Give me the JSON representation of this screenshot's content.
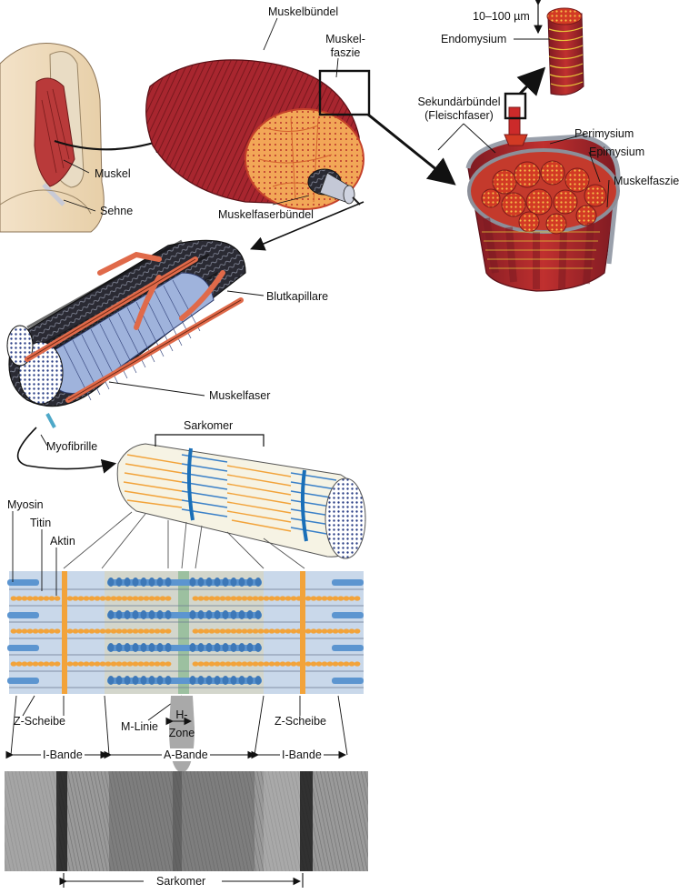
{
  "labels": {
    "muskelbuendel": "Muskelbündel",
    "muskelfaszie_top_line1": "Muskel-",
    "muskelfaszie_top_line2": "faszie",
    "size_range": "10–100 µm",
    "endomysium": "Endomysium",
    "sekundaerbuendel_line1": "Sekundärbündel",
    "sekundaerbuendel_line2": "(Fleischfaser)",
    "perimysium": "Perimysium",
    "epimysium": "Epimysium",
    "muskelfaszie_right": "Muskelfaszie",
    "muskel": "Muskel",
    "sehne": "Sehne",
    "muskelfaserbuendel": "Muskelfaserbündel",
    "blutkapillare": "Blutkapillare",
    "muskelfaser": "Muskelfaser",
    "myofibrille": "Myofibrille",
    "sarkomer_top": "Sarkomer",
    "myosin": "Myosin",
    "titin": "Titin",
    "aktin": "Aktin",
    "z_scheibe_left": "Z-Scheibe",
    "m_linie": "M-Linie",
    "h_zone_line1": "H-",
    "h_zone_line2": "Zone",
    "z_scheibe_right": "Z-Scheibe",
    "i_bande_left": "I-Bande",
    "a_bande": "A-Bande",
    "i_bande_right": "I-Bande",
    "sarkomer_bottom": "Sarkomer"
  },
  "colors": {
    "muscle_red": "#a8262f",
    "muscle_orange": "#f0a050",
    "fascia_gray": "#b8bcc4",
    "capillary": "#e06a4a",
    "fiber_dark": "#1c1c22",
    "fiber_blue": "#8fa8d8",
    "actin_orange": "#f2a33a",
    "myosin_blue": "#4a86c8",
    "sarcomere_bg": "#c9d8ea",
    "z_disc": "#f2a33a",
    "m_line": "#9cc0a0",
    "micrograph": "#8a8a8a"
  }
}
